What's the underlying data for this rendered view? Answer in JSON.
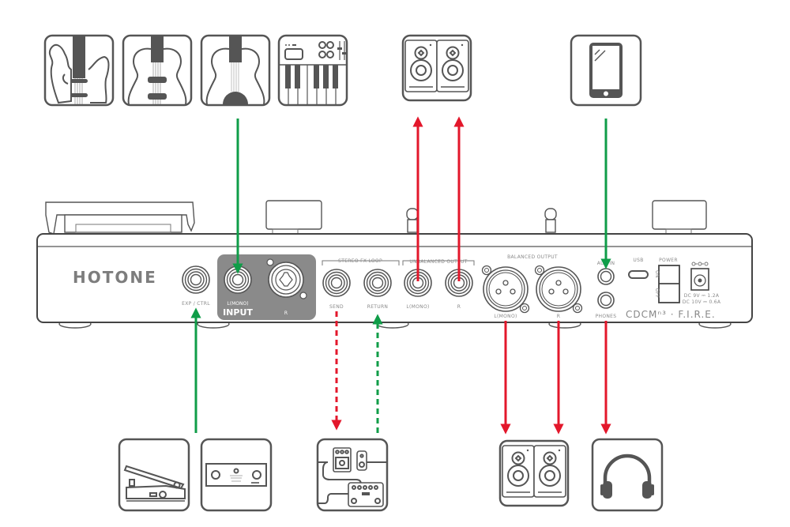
{
  "diagram": {
    "title": "Hotone Ampero connection diagram",
    "colors": {
      "input_arrow": "#0f9d48",
      "output_arrow": "#e3172b",
      "outline": "#555555",
      "input_panel": "#8a8a8a"
    },
    "device": {
      "brand": "HOTONE",
      "model_badge": "CDCMⁿ³ · F.I.R.E.",
      "input_section_label": "INPUT",
      "jacks": {
        "exp_ctrl": "EXP / CTRL",
        "input_l": "L(MONO)",
        "input_r": "R",
        "fx_loop_group": "STEREO FX LOOP",
        "send": "SEND",
        "return": "RETURN",
        "unbalanced_group": "UNBALANCED OUTPUT",
        "unbal_l": "L(MONO)",
        "unbal_r": "R",
        "balanced_group": "BALANCED OUTPUT",
        "bal_l": "L(MONO)",
        "bal_r": "R",
        "aux_in": "AUX IN",
        "phones": "PHONES",
        "usb": "USB",
        "power": "POWER",
        "power_on": "ON",
        "power_off": "OFF",
        "dc_spec_1": "DC  9V ⎓ 1.2A",
        "dc_spec_2": "DC 10V ⎓ 0.6A"
      }
    },
    "sources_top": [
      {
        "name": "Electric guitar",
        "icon": "electric-guitar-icon"
      },
      {
        "name": "Bass guitar",
        "icon": "bass-guitar-icon"
      },
      {
        "name": "Acoustic guitar",
        "icon": "acoustic-guitar-icon"
      },
      {
        "name": "Keyboard / synth",
        "icon": "keyboard-icon"
      }
    ],
    "outputs_top": [
      {
        "name": "Studio monitors (unbalanced)",
        "icon": "studio-monitors-icon"
      }
    ],
    "aux_source": {
      "name": "Phone / tablet",
      "icon": "smartphone-icon"
    },
    "bottom_devices": [
      {
        "name": "Expression pedal",
        "icon": "expression-pedal-icon"
      },
      {
        "name": "Footswitch controller",
        "icon": "footswitch-icon"
      },
      {
        "name": "External effects pedals",
        "icon": "effects-pedals-icon"
      },
      {
        "name": "Studio monitors (balanced)",
        "icon": "studio-monitors-icon"
      },
      {
        "name": "Headphones",
        "icon": "headphones-icon"
      }
    ],
    "connections": [
      {
        "from": "Guitar/Keyboard",
        "to": "INPUT L(MONO)",
        "color": "green",
        "style": "solid"
      },
      {
        "from": "Phone",
        "to": "AUX IN",
        "color": "green",
        "style": "solid"
      },
      {
        "from": "Expression pedal / footswitch",
        "to": "EXP / CTRL",
        "color": "green",
        "style": "solid"
      },
      {
        "from": "SEND",
        "to": "Effects pedals",
        "color": "red",
        "style": "dashed"
      },
      {
        "from": "Effects pedals",
        "to": "RETURN",
        "color": "green",
        "style": "dashed"
      },
      {
        "from": "UNBALANCED OUTPUT L",
        "to": "Studio monitors",
        "color": "red",
        "style": "solid"
      },
      {
        "from": "UNBALANCED OUTPUT R",
        "to": "Studio monitors",
        "color": "red",
        "style": "solid"
      },
      {
        "from": "BALANCED OUTPUT L",
        "to": "Studio monitors",
        "color": "red",
        "style": "solid"
      },
      {
        "from": "BALANCED OUTPUT R",
        "to": "Studio monitors",
        "color": "red",
        "style": "solid"
      },
      {
        "from": "PHONES",
        "to": "Headphones",
        "color": "red",
        "style": "solid"
      }
    ]
  }
}
